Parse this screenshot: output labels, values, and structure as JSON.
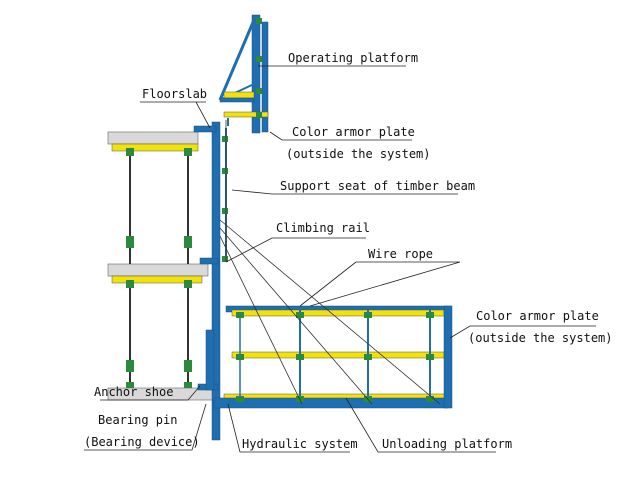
{
  "labels": {
    "operating_platform": "Operating platform",
    "floorslab": "Floorslab",
    "color_armor_top_1": "Color armor plate",
    "color_armor_top_2": "(outside the system)",
    "support_seat": "Support seat of timber beam",
    "climbing_rail": "Climbing rail",
    "wire_rope": "Wire rope",
    "color_armor_right_1": "Color armor plate",
    "color_armor_right_2": "(outside the system)",
    "anchor_shoe": "Anchor shoe",
    "bearing_pin_1": "Bearing pin",
    "bearing_pin_2": "(Bearing device)",
    "hydraulic_system": "Hydraulic system",
    "unloading_platform": "Unloading platform"
  },
  "colors": {
    "steel_blue": "#1f6fb0",
    "timber_yellow": "#f2e20a",
    "concrete_gray": "#d9d9d9",
    "bolt_green": "#2c8a3e"
  }
}
